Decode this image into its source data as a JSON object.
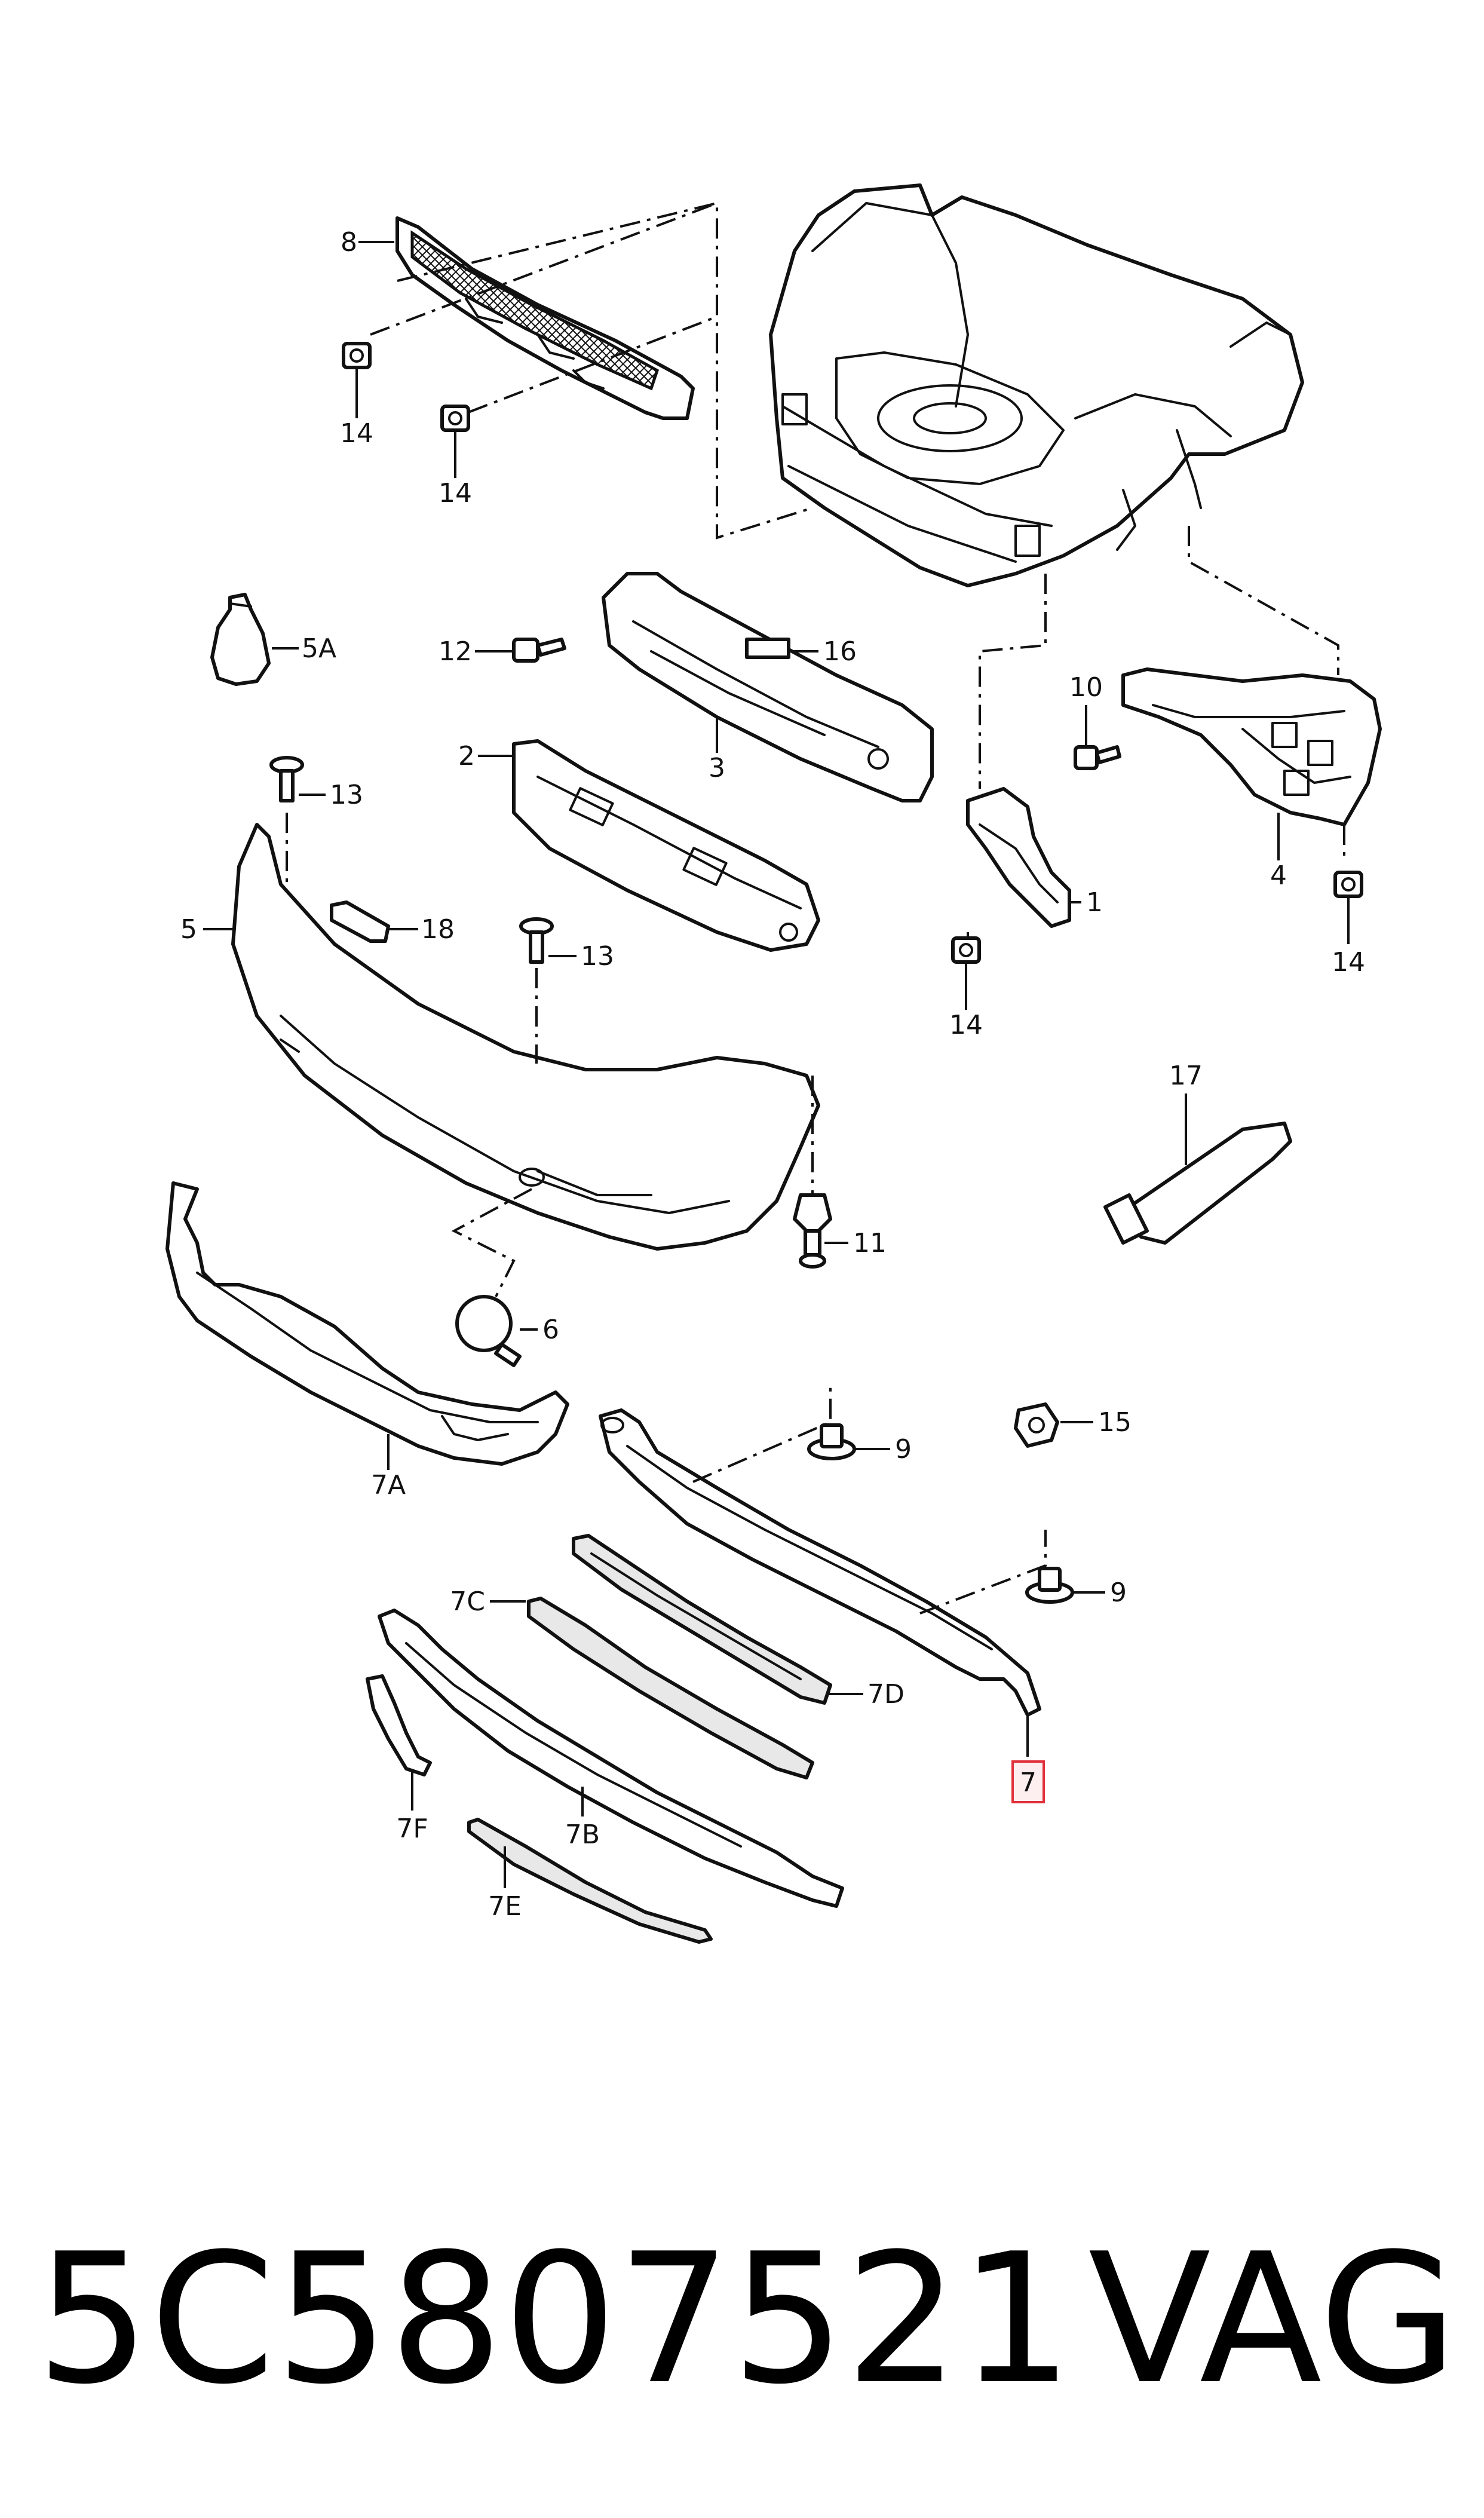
{
  "diagram": {
    "callouts": {
      "c1": "1",
      "c2": "2",
      "c3": "3",
      "c4": "4",
      "c5": "5",
      "c5a": "5A",
      "c6": "6",
      "c7": "7",
      "c7a": "7A",
      "c7b": "7B",
      "c7c": "7C",
      "c7d": "7D",
      "c7e": "7E",
      "c7f": "7F",
      "c8": "8",
      "c9a": "9",
      "c9b": "9",
      "c10": "10",
      "c11": "11",
      "c12": "12",
      "c13a": "13",
      "c13b": "13",
      "c14a": "14",
      "c14b": "14",
      "c14c": "14",
      "c14d": "14",
      "c15": "15",
      "c16": "16",
      "c17": "17",
      "c18": "18"
    },
    "highlight_color": "#e0303a"
  },
  "footer": {
    "part_number": "5C5807521",
    "brand": "VAG"
  }
}
